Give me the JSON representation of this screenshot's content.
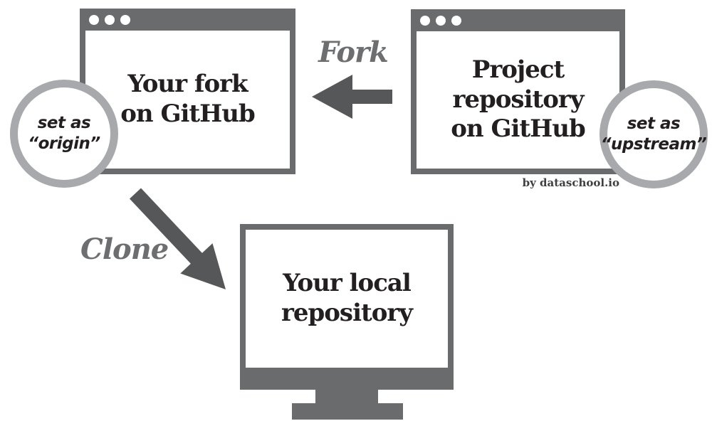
{
  "fork_window": {
    "title_lines": [
      "Your fork",
      "on GitHub"
    ],
    "badge_lines": [
      "set as",
      "“origin”"
    ]
  },
  "project_window": {
    "title_lines": [
      "Project",
      "repository",
      "on GitHub"
    ],
    "badge_lines": [
      "set as",
      "“upstream”"
    ]
  },
  "local_repo": {
    "label_lines": [
      "Your local",
      "repository"
    ]
  },
  "arrows": {
    "fork_label": "Fork",
    "clone_label": "Clone"
  },
  "credit": "by dataschool.io",
  "colors": {
    "chrome_gray": "#6a6b6d",
    "arrow_gray": "#565759",
    "label_gray": "#6d6e70",
    "ring_gray": "#a7a9ac",
    "text_black": "#231f20"
  }
}
